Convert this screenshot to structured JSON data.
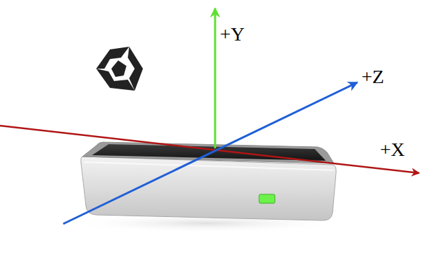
{
  "diagram": {
    "labels": [
      "+Y",
      "+Z",
      "+X"
    ]
  }
}
